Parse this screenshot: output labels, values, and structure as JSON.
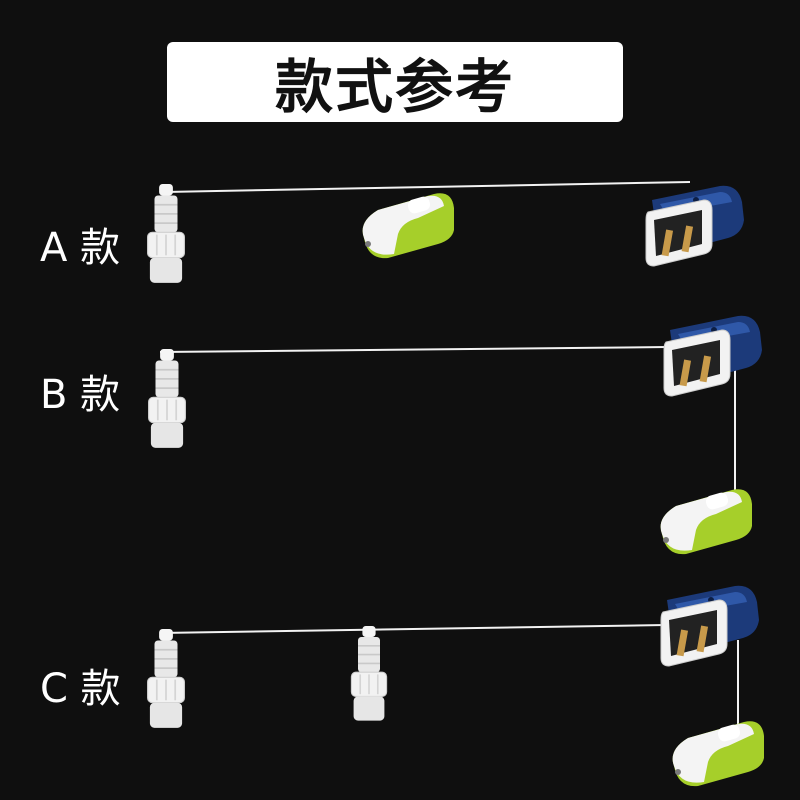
{
  "title": "款式参考",
  "rows": [
    {
      "label": "A 款"
    },
    {
      "label": "B 款"
    },
    {
      "label": "C 款"
    }
  ],
  "colors": {
    "background": "#0f0f0f",
    "title_box": "#ffffff",
    "plug_blue": "#1c3a7a",
    "switch_green": "#a6cf2a",
    "holder_white": "#eeeeee",
    "wire": "#f2f2f2",
    "prong_brass": "#c89a4a"
  },
  "icons": [
    "lamp-holder-icon",
    "switch-icon",
    "plug-icon",
    "wire"
  ]
}
